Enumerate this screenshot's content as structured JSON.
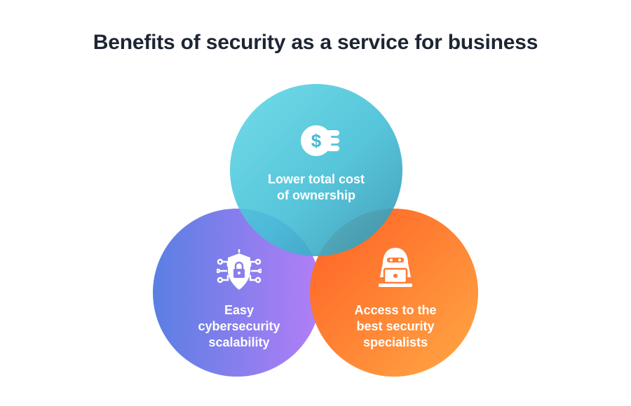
{
  "title": "Benefits of security as a service for business",
  "circles": [
    {
      "label": "Lower total cost of ownership",
      "lines": [
        "Lower total cost",
        "of ownership"
      ],
      "icon": "dollar-coin-icon",
      "color_from": "#5fd6e4",
      "color_to": "#2f9ab5"
    },
    {
      "label": "Easy cybersecurity scalability",
      "lines": [
        "Easy",
        "cybersecurity",
        "scalability"
      ],
      "icon": "shield-lock-circuit-icon",
      "color_from": "#5b7be2",
      "color_to": "#b27cf6"
    },
    {
      "label": "Access to the best security specialists",
      "lines": [
        "Access to the",
        "best security",
        "specialists"
      ],
      "icon": "hacker-laptop-icon",
      "color_from": "#ff6a2a",
      "color_to": "#ffa040"
    }
  ]
}
